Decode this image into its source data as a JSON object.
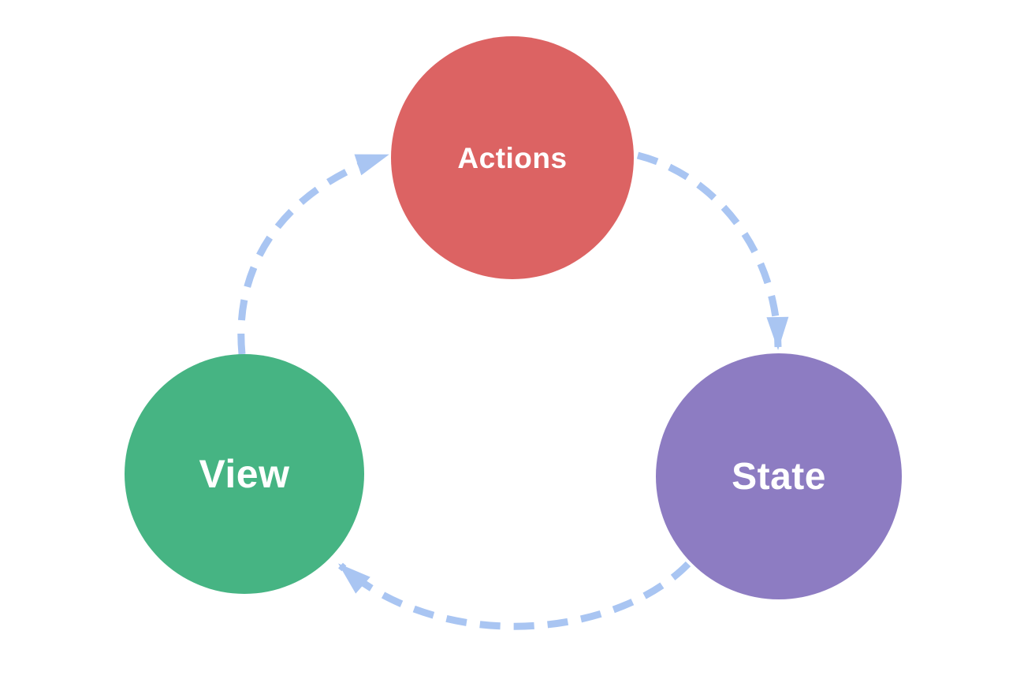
{
  "diagram": {
    "background_color": "#ffffff",
    "arrow_color": "#a9c5f2",
    "label_color": "#ffffff",
    "nodes": [
      {
        "id": "actions",
        "label": "Actions",
        "color": "#dc6363"
      },
      {
        "id": "state",
        "label": "State",
        "color": "#8d7cc2"
      },
      {
        "id": "view",
        "label": "View",
        "color": "#46b483"
      }
    ],
    "edges": [
      {
        "from": "view",
        "to": "actions"
      },
      {
        "from": "actions",
        "to": "state"
      },
      {
        "from": "state",
        "to": "view"
      }
    ]
  }
}
